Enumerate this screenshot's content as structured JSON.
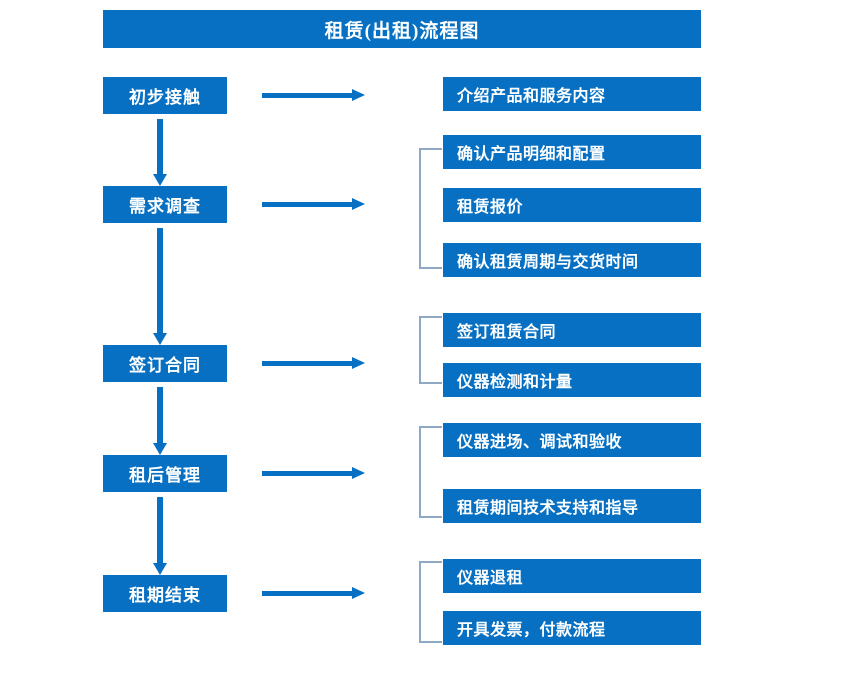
{
  "chart_data": {
    "type": "diagram",
    "title": "租赁(出租)流程图",
    "diagram_kind": "flowchart",
    "orientation": "top-to-bottom with right-side detail branches",
    "accent_color": "#0770c2",
    "bracket_color": "#8fa9c4",
    "stages": [
      {
        "label": "初步接触",
        "details": [
          "介绍产品和服务内容"
        ]
      },
      {
        "label": "需求调查",
        "details": [
          "确认产品明细和配置",
          "租赁报价",
          "确认租赁周期与交货时间"
        ]
      },
      {
        "label": "签订合同",
        "details": [
          "签订租赁合同",
          "仪器检测和计量"
        ]
      },
      {
        "label": "租后管理",
        "details": [
          "仪器进场、调试和验收",
          "租赁期间技术支持和指导"
        ]
      },
      {
        "label": "租期结束",
        "details": [
          "仪器退租",
          "开具发票，付款流程"
        ]
      }
    ]
  },
  "title": {
    "text": "租赁(出租)流程图"
  },
  "stages": [
    {
      "label": "初步接触"
    },
    {
      "label": "需求调查"
    },
    {
      "label": "签订合同"
    },
    {
      "label": "租后管理"
    },
    {
      "label": "租期结束"
    }
  ],
  "details": [
    {
      "label": "介绍产品和服务内容"
    },
    {
      "label": "确认产品明细和配置"
    },
    {
      "label": "租赁报价"
    },
    {
      "label": "确认租赁周期与交货时间"
    },
    {
      "label": "签订租赁合同"
    },
    {
      "label": "仪器检测和计量"
    },
    {
      "label": "仪器进场、调试和验收"
    },
    {
      "label": "租赁期间技术支持和指导"
    },
    {
      "label": "仪器退租"
    },
    {
      "label": "开具发票，付款流程"
    }
  ]
}
